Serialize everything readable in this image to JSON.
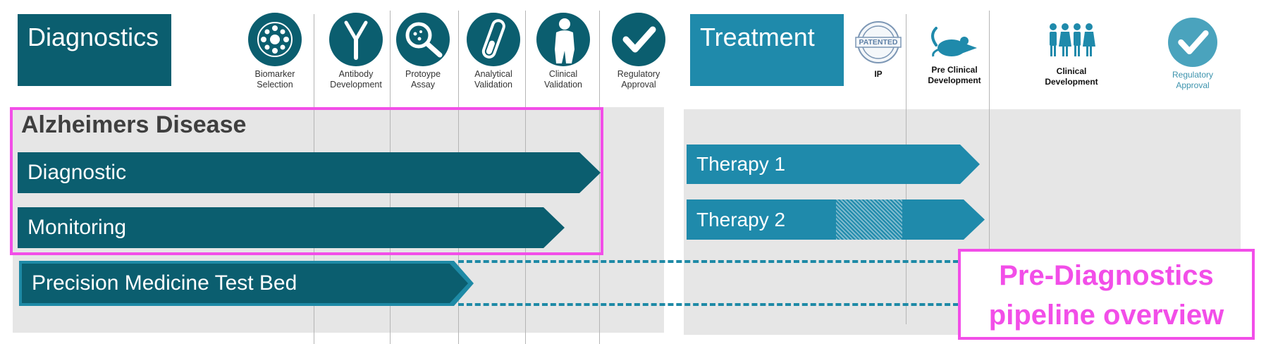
{
  "colors": {
    "diagnostics_teal": "#0b5e6f",
    "treatment_teal": "#1f8aab",
    "highlight_magenta": "#f24ee8",
    "panel_gray": "#e6e6e6"
  },
  "diagnostics": {
    "header": "Diagnostics",
    "stages": [
      {
        "label": "Biomarker\nSelection",
        "icon": "biomarker-icon"
      },
      {
        "label": "Antibody\nDevelopment",
        "icon": "antibody-icon"
      },
      {
        "label": "Protoype\nAssay",
        "icon": "magnifier-assay-icon"
      },
      {
        "label": "Analytical\nValidation",
        "icon": "test-tube-icon"
      },
      {
        "label": "Clinical\nValidation",
        "icon": "person-silhouette-icon"
      },
      {
        "label": "Regulatory\nApproval",
        "icon": "checkmark-icon"
      }
    ],
    "section_title": "Alzheimers Disease",
    "arrows": [
      {
        "label": "Diagnostic"
      },
      {
        "label": "Monitoring"
      },
      {
        "label": "Precision Medicine Test Bed"
      }
    ]
  },
  "treatment": {
    "header": "Treatment",
    "stages": [
      {
        "label": "IP",
        "icon": "patented-seal-icon"
      },
      {
        "label": "Pre Clinical\nDevelopment",
        "icon": "mouse-icon"
      },
      {
        "label": "Clinical\nDevelopment",
        "icon": "people-group-icon"
      },
      {
        "label": "Regulatory\nApproval",
        "icon": "checkmark-icon"
      }
    ],
    "arrows": [
      {
        "label": "Therapy 1"
      },
      {
        "label": "Therapy 2"
      }
    ],
    "seal_text": "PATENTED"
  },
  "callout": {
    "line1": "Pre-Diagnostics",
    "line2": "pipeline overview"
  }
}
